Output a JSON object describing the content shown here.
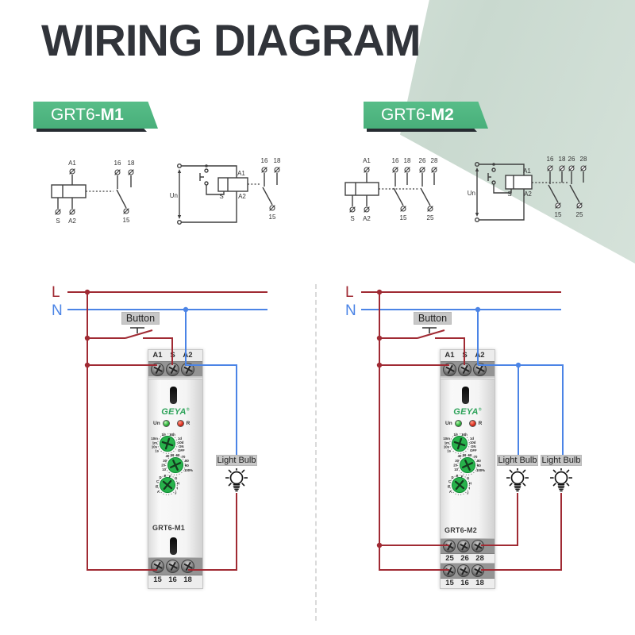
{
  "title": "WIRING DIAGRAM",
  "badges": {
    "m1_prefix": "GRT6-",
    "m1_model": "M1",
    "m2_prefix": "GRT6-",
    "m2_model": "M2"
  },
  "labels": {
    "a1": "A1",
    "s": "S",
    "a2": "A2",
    "un": "Un",
    "t15": "15",
    "t16": "16",
    "t18": "18",
    "t25": "25",
    "t26": "26",
    "t28": "28"
  },
  "wiring": {
    "l": "L",
    "n": "N",
    "button": "Button",
    "light_bulb": "Light Bulb"
  },
  "device": {
    "brand": "GEYA",
    "brand_reg": "®",
    "un": "Un",
    "r": "R",
    "knob1": {
      "top": [
        "1h",
        "10h"
      ],
      "left": [
        "10m",
        "1m",
        "10s",
        "1s"
      ],
      "right": [
        "1d",
        "10d",
        "ON",
        "OFF"
      ]
    },
    "knob2": {
      "top": [
        "40",
        "50",
        "60",
        "70"
      ],
      "left": [
        "30",
        "20",
        "10"
      ],
      "right": [
        "80",
        "90",
        "100%"
      ]
    },
    "knob3": {
      "top": [
        "D",
        "E",
        "F"
      ],
      "left": [
        "C",
        "B",
        "A"
      ],
      "right": [
        "G",
        "H",
        "I",
        "J"
      ]
    },
    "top_terminals": [
      "A1",
      "S",
      "A2"
    ],
    "m1": {
      "model": "GRT6-M1",
      "rows": [
        [
          "15",
          "16",
          "18"
        ]
      ]
    },
    "m2": {
      "model": "GRT6-M2",
      "rows": [
        [
          "25",
          "26",
          "28"
        ],
        [
          "15",
          "16",
          "18"
        ]
      ]
    }
  },
  "colors": {
    "wire_live": "#a02a33",
    "wire_neutral": "#4b84e6",
    "badge_green": "#4eb681",
    "knob_green": "#27b24b"
  }
}
